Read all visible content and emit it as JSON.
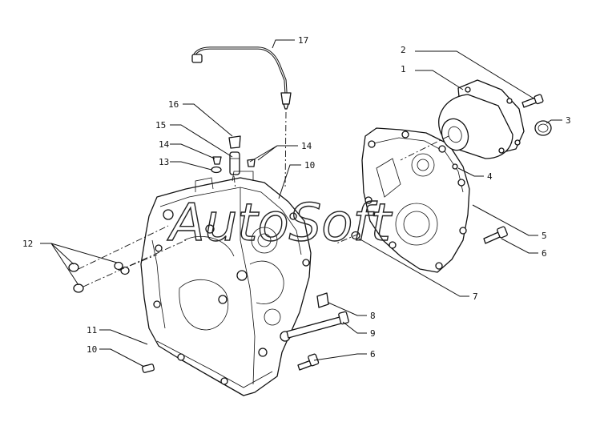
{
  "watermark": "AutoSoft",
  "callouts": [
    {
      "id": "c1",
      "text": "1"
    },
    {
      "id": "c2",
      "text": "2"
    },
    {
      "id": "c3",
      "text": "3"
    },
    {
      "id": "c4",
      "text": "4"
    },
    {
      "id": "c5",
      "text": "5"
    },
    {
      "id": "c6a",
      "text": "6"
    },
    {
      "id": "c6b",
      "text": "6"
    },
    {
      "id": "c7",
      "text": "7"
    },
    {
      "id": "c8",
      "text": "8"
    },
    {
      "id": "c9",
      "text": "9"
    },
    {
      "id": "c10a",
      "text": "10"
    },
    {
      "id": "c10b",
      "text": "10"
    },
    {
      "id": "c11",
      "text": "11"
    },
    {
      "id": "c12",
      "text": "12"
    },
    {
      "id": "c13",
      "text": "13"
    },
    {
      "id": "c14a",
      "text": "14"
    },
    {
      "id": "c14b",
      "text": "14"
    },
    {
      "id": "c15",
      "text": "15"
    },
    {
      "id": "c16",
      "text": "16"
    },
    {
      "id": "c17",
      "text": "17"
    }
  ]
}
